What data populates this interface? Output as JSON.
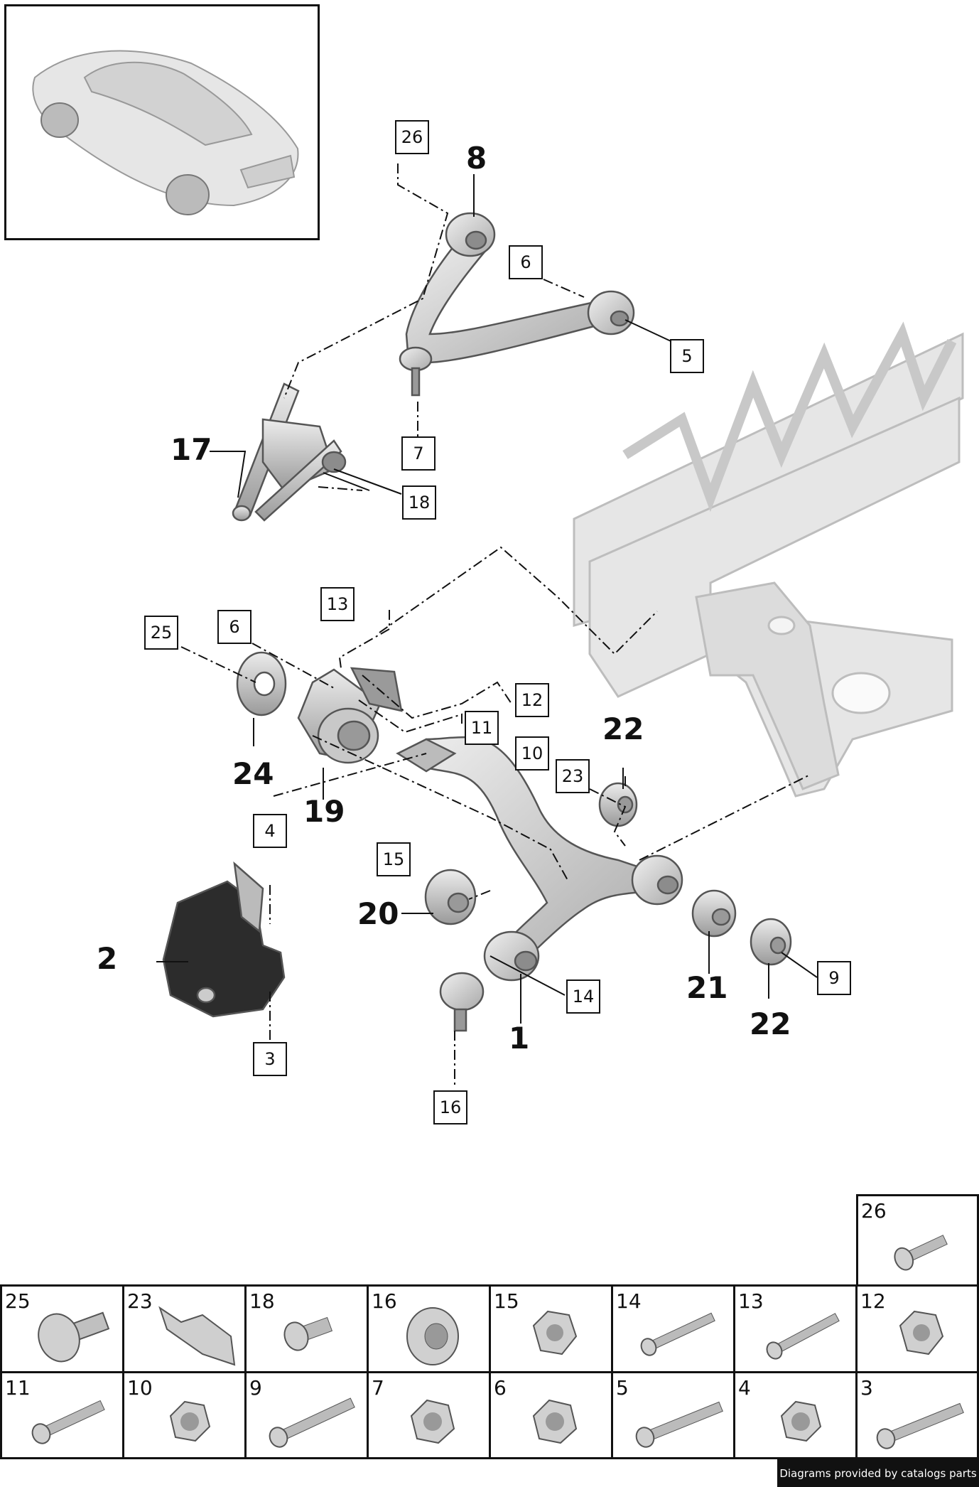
{
  "callouts": {
    "c26a": "26",
    "c8": "8",
    "c6a": "6",
    "c5": "5",
    "c7": "7",
    "c17": "17",
    "c18a": "18",
    "c13a": "13",
    "c25a": "25",
    "c6b": "6",
    "c12a": "12",
    "c11a": "11",
    "c10a": "10",
    "c23a": "23",
    "c22a": "22",
    "c24": "24",
    "c19": "19",
    "c4a": "4",
    "c15a": "15",
    "c20": "20",
    "c2": "2",
    "c3a": "3",
    "c14a": "14",
    "c1": "1",
    "c16a": "16",
    "c21": "21",
    "c22b": "22",
    "c9a": "9"
  },
  "parts_grid": {
    "top": [
      "26"
    ],
    "row1": [
      "25",
      "23",
      "18",
      "16",
      "15",
      "14",
      "13",
      "12"
    ],
    "row2": [
      "11",
      "10",
      "9",
      "7",
      "6",
      "5",
      "4",
      "3"
    ]
  },
  "credit": "Diagrams provided by catalogs parts",
  "colors": {
    "part_fill": "#d0d0d0",
    "part_stroke": "#555555",
    "frame_fill": "#e4e4e4",
    "line": "#111111"
  }
}
